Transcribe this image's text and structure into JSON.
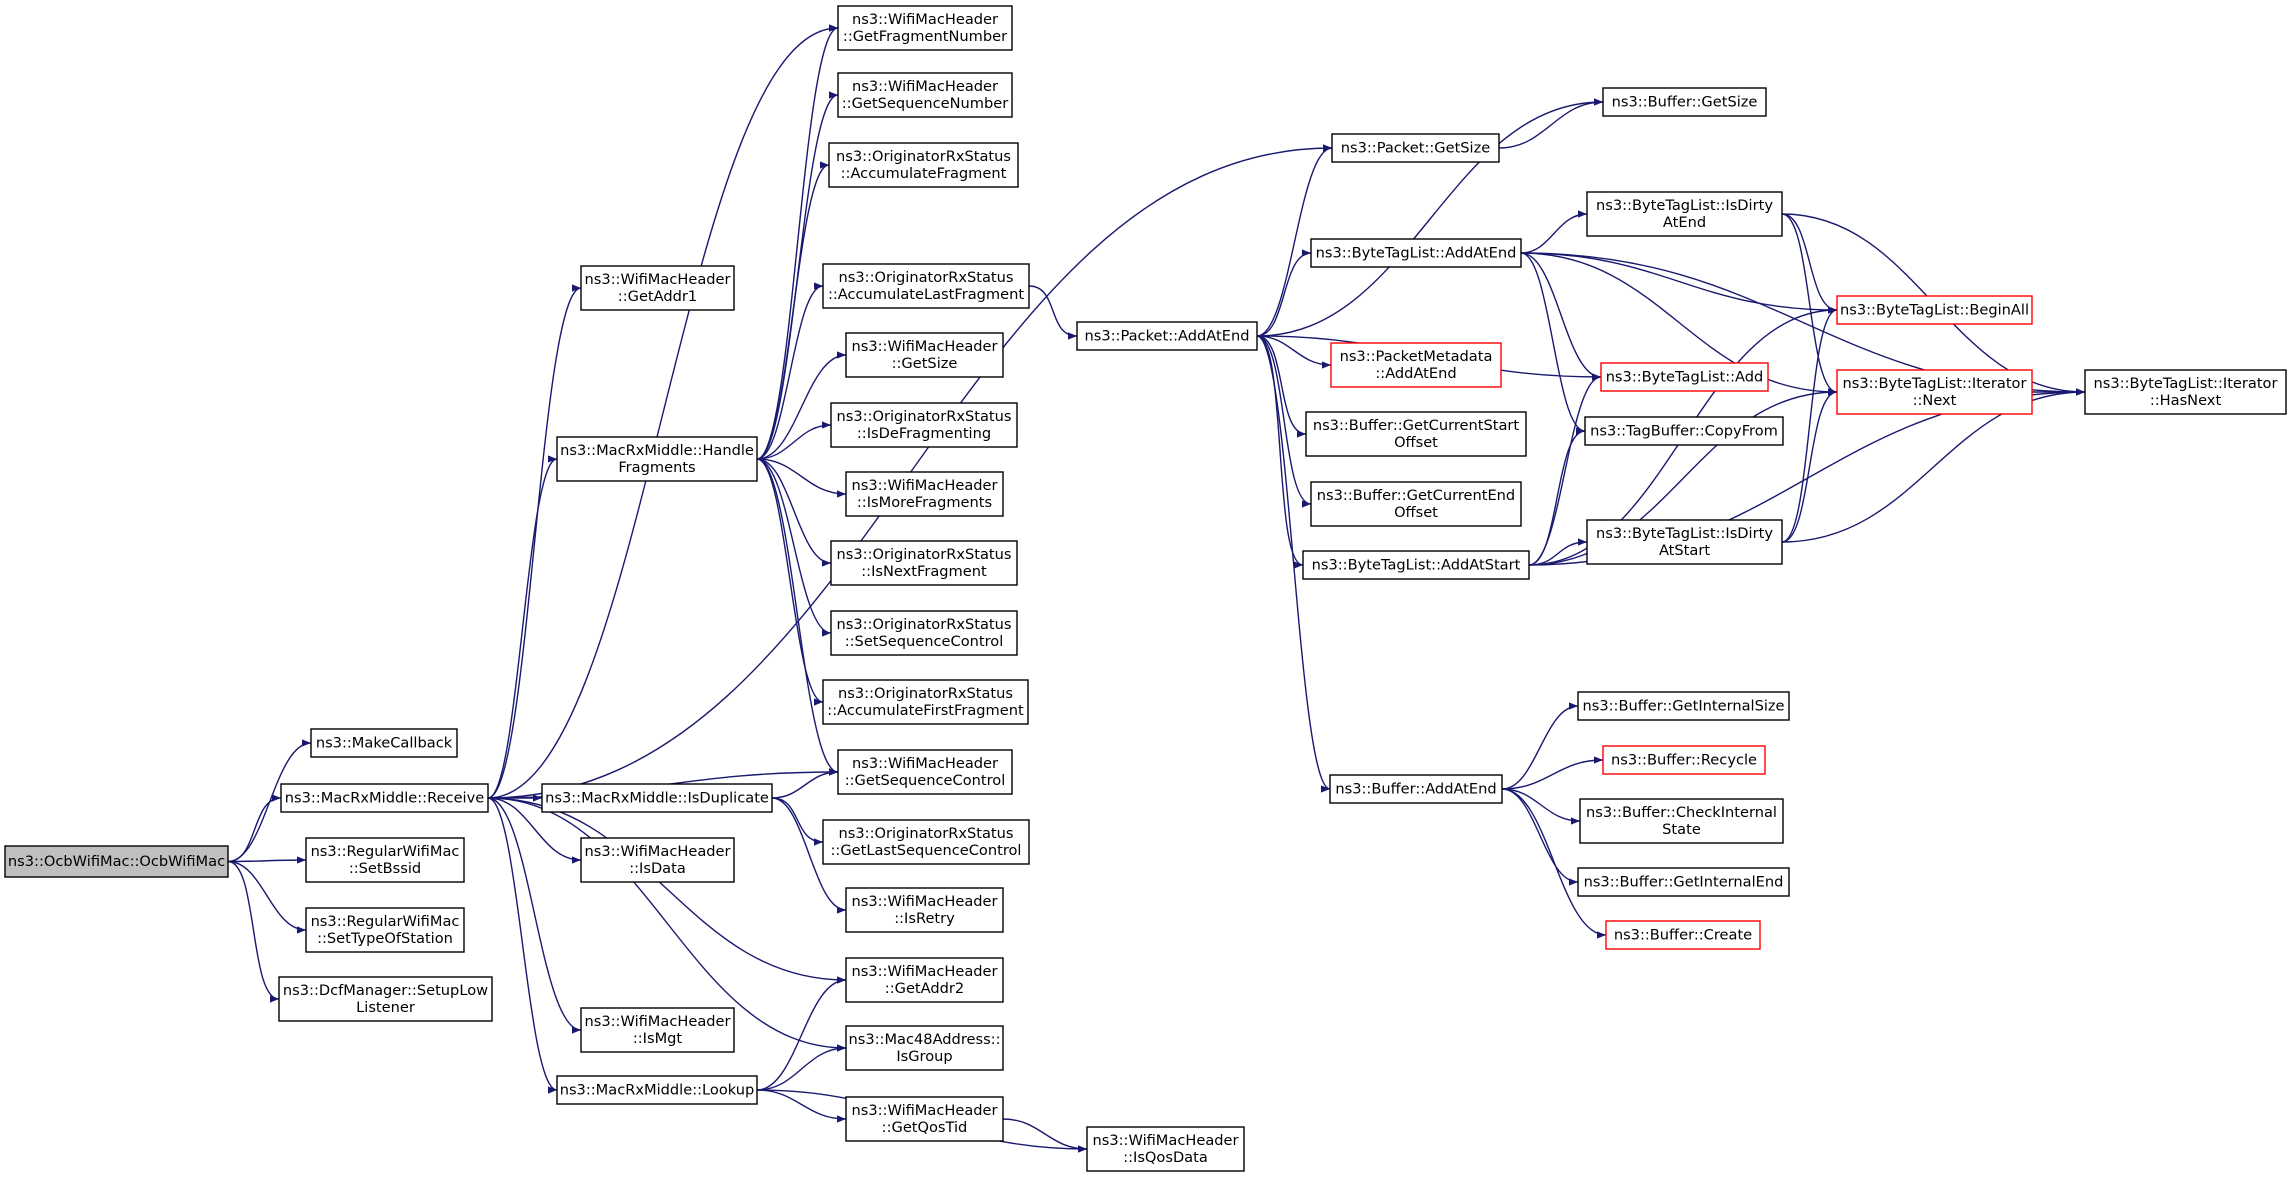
{
  "colors": {
    "edge": "#191970",
    "node_border": "#000000",
    "node_border_incomplete": "#ff0000",
    "root_fill": "#bfbfbf",
    "background": "#ffffff"
  },
  "nodes": [
    {
      "id": "ocb",
      "lines": [
        "ns3::OcbWifiMac::OcbWifiMac"
      ],
      "root": true
    },
    {
      "id": "makecb",
      "lines": [
        "ns3::MakeCallback"
      ]
    },
    {
      "id": "receive",
      "lines": [
        "ns3::MacRxMiddle::Receive"
      ]
    },
    {
      "id": "setbssid",
      "lines": [
        "ns3::RegularWifiMac",
        "::SetBssid"
      ]
    },
    {
      "id": "settype",
      "lines": [
        "ns3::RegularWifiMac",
        "::SetTypeOfStation"
      ]
    },
    {
      "id": "setuplow",
      "lines": [
        "ns3::DcfManager::SetupLow",
        "Listener"
      ]
    },
    {
      "id": "getaddr1",
      "lines": [
        "ns3::WifiMacHeader",
        "::GetAddr1"
      ]
    },
    {
      "id": "handlefrag",
      "lines": [
        "ns3::MacRxMiddle::Handle",
        "Fragments"
      ]
    },
    {
      "id": "isduplicate",
      "lines": [
        "ns3::MacRxMiddle::IsDuplicate"
      ]
    },
    {
      "id": "isdata",
      "lines": [
        "ns3::WifiMacHeader",
        "::IsData"
      ]
    },
    {
      "id": "ismgt",
      "lines": [
        "ns3::WifiMacHeader",
        "::IsMgt"
      ]
    },
    {
      "id": "lookup",
      "lines": [
        "ns3::MacRxMiddle::Lookup"
      ]
    },
    {
      "id": "getfragnum",
      "lines": [
        "ns3::WifiMacHeader",
        "::GetFragmentNumber"
      ]
    },
    {
      "id": "getseqnum",
      "lines": [
        "ns3::WifiMacHeader",
        "::GetSequenceNumber"
      ]
    },
    {
      "id": "accfrag",
      "lines": [
        "ns3::OriginatorRxStatus",
        "::AccumulateFragment"
      ]
    },
    {
      "id": "acclastfrag",
      "lines": [
        "ns3::OriginatorRxStatus",
        "::AccumulateLastFragment"
      ]
    },
    {
      "id": "whgetsize",
      "lines": [
        "ns3::WifiMacHeader",
        "::GetSize"
      ]
    },
    {
      "id": "isdefrag",
      "lines": [
        "ns3::OriginatorRxStatus",
        "::IsDeFragmenting"
      ]
    },
    {
      "id": "ismorefrag",
      "lines": [
        "ns3::WifiMacHeader",
        "::IsMoreFragments"
      ]
    },
    {
      "id": "isnextfrag",
      "lines": [
        "ns3::OriginatorRxStatus",
        "::IsNextFragment"
      ]
    },
    {
      "id": "setseqctrl",
      "lines": [
        "ns3::OriginatorRxStatus",
        "::SetSequenceControl"
      ]
    },
    {
      "id": "accfirstfrag",
      "lines": [
        "ns3::OriginatorRxStatus",
        "::AccumulateFirstFragment"
      ]
    },
    {
      "id": "getseqctrl",
      "lines": [
        "ns3::WifiMacHeader",
        "::GetSequenceControl"
      ]
    },
    {
      "id": "getlastseq",
      "lines": [
        "ns3::OriginatorRxStatus",
        "::GetLastSequenceControl"
      ]
    },
    {
      "id": "isretry",
      "lines": [
        "ns3::WifiMacHeader",
        "::IsRetry"
      ]
    },
    {
      "id": "getaddr2",
      "lines": [
        "ns3::WifiMacHeader",
        "::GetAddr2"
      ]
    },
    {
      "id": "isgroup",
      "lines": [
        "ns3::Mac48Address::",
        "IsGroup"
      ]
    },
    {
      "id": "getqostid",
      "lines": [
        "ns3::WifiMacHeader",
        "::GetQosTid"
      ]
    },
    {
      "id": "isqosdata",
      "lines": [
        "ns3::WifiMacHeader",
        "::IsQosData"
      ]
    },
    {
      "id": "pktaddatend",
      "lines": [
        "ns3::Packet::AddAtEnd"
      ]
    },
    {
      "id": "pktgetsize",
      "lines": [
        "ns3::Packet::GetSize"
      ]
    },
    {
      "id": "btladdatend",
      "lines": [
        "ns3::ByteTagList::AddAtEnd"
      ]
    },
    {
      "id": "pmaddatend",
      "lines": [
        "ns3::PacketMetadata",
        "::AddAtEnd"
      ],
      "incomplete": true
    },
    {
      "id": "bufcurstart",
      "lines": [
        "ns3::Buffer::GetCurrentStart",
        "Offset"
      ]
    },
    {
      "id": "bufcurend",
      "lines": [
        "ns3::Buffer::GetCurrentEnd",
        "Offset"
      ]
    },
    {
      "id": "btladdatstart",
      "lines": [
        "ns3::ByteTagList::AddAtStart"
      ]
    },
    {
      "id": "bufaddatend",
      "lines": [
        "ns3::Buffer::AddAtEnd"
      ]
    },
    {
      "id": "bufgetsize",
      "lines": [
        "ns3::Buffer::GetSize"
      ]
    },
    {
      "id": "isdirtyend",
      "lines": [
        "ns3::ByteTagList::IsDirty",
        "AtEnd"
      ]
    },
    {
      "id": "btladd",
      "lines": [
        "ns3::ByteTagList::Add"
      ],
      "incomplete": true
    },
    {
      "id": "tbcopyfrom",
      "lines": [
        "ns3::TagBuffer::CopyFrom"
      ]
    },
    {
      "id": "isdirtystart",
      "lines": [
        "ns3::ByteTagList::IsDirty",
        "AtStart"
      ]
    },
    {
      "id": "beginall",
      "lines": [
        "ns3::ByteTagList::BeginAll"
      ],
      "incomplete": true
    },
    {
      "id": "itnext",
      "lines": [
        "ns3::ByteTagList::Iterator",
        "::Next"
      ],
      "incomplete": true
    },
    {
      "id": "hasnext",
      "lines": [
        "ns3::ByteTagList::Iterator",
        "::HasNext"
      ]
    },
    {
      "id": "bufintsize",
      "lines": [
        "ns3::Buffer::GetInternalSize"
      ]
    },
    {
      "id": "bufrecycle",
      "lines": [
        "ns3::Buffer::Recycle"
      ],
      "incomplete": true
    },
    {
      "id": "bufcheck",
      "lines": [
        "ns3::Buffer::CheckInternal",
        "State"
      ]
    },
    {
      "id": "bufintend",
      "lines": [
        "ns3::Buffer::GetInternalEnd"
      ]
    },
    {
      "id": "bufcreate",
      "lines": [
        "ns3::Buffer::Create"
      ],
      "incomplete": true
    }
  ],
  "edges": [
    [
      "ocb",
      "makecb"
    ],
    [
      "ocb",
      "receive"
    ],
    [
      "ocb",
      "setbssid"
    ],
    [
      "ocb",
      "settype"
    ],
    [
      "ocb",
      "setuplow"
    ],
    [
      "receive",
      "getaddr1"
    ],
    [
      "receive",
      "handlefrag"
    ],
    [
      "receive",
      "isduplicate"
    ],
    [
      "receive",
      "isdata"
    ],
    [
      "receive",
      "ismgt"
    ],
    [
      "receive",
      "lookup"
    ],
    [
      "receive",
      "getseqctrl"
    ],
    [
      "receive",
      "getaddr2"
    ],
    [
      "receive",
      "isgroup"
    ],
    [
      "receive",
      "getfragnum"
    ],
    [
      "receive",
      "pktgetsize"
    ],
    [
      "handlefrag",
      "getfragnum"
    ],
    [
      "handlefrag",
      "getseqnum"
    ],
    [
      "handlefrag",
      "accfrag"
    ],
    [
      "handlefrag",
      "acclastfrag"
    ],
    [
      "handlefrag",
      "whgetsize"
    ],
    [
      "handlefrag",
      "isdefrag"
    ],
    [
      "handlefrag",
      "ismorefrag"
    ],
    [
      "handlefrag",
      "isnextfrag"
    ],
    [
      "handlefrag",
      "setseqctrl"
    ],
    [
      "handlefrag",
      "accfirstfrag"
    ],
    [
      "handlefrag",
      "getseqctrl"
    ],
    [
      "isduplicate",
      "getseqctrl"
    ],
    [
      "isduplicate",
      "getlastseq"
    ],
    [
      "isduplicate",
      "isretry"
    ],
    [
      "lookup",
      "getaddr2"
    ],
    [
      "lookup",
      "isgroup"
    ],
    [
      "lookup",
      "getqostid"
    ],
    [
      "lookup",
      "isqosdata"
    ],
    [
      "getqostid",
      "isqosdata"
    ],
    [
      "acclastfrag",
      "pktaddatend"
    ],
    [
      "pktaddatend",
      "pktgetsize"
    ],
    [
      "pktaddatend",
      "bufgetsize"
    ],
    [
      "pktaddatend",
      "btladdatend"
    ],
    [
      "pktaddatend",
      "pmaddatend"
    ],
    [
      "pktaddatend",
      "bufcurstart"
    ],
    [
      "pktaddatend",
      "bufcurend"
    ],
    [
      "pktaddatend",
      "btladdatstart"
    ],
    [
      "pktaddatend",
      "bufaddatend"
    ],
    [
      "pktaddatend",
      "btladd"
    ],
    [
      "pktgetsize",
      "bufgetsize"
    ],
    [
      "btladdatend",
      "isdirtyend"
    ],
    [
      "btladdatend",
      "beginall"
    ],
    [
      "btladdatend",
      "itnext"
    ],
    [
      "btladdatend",
      "btladd"
    ],
    [
      "btladdatend",
      "tbcopyfrom"
    ],
    [
      "btladdatend",
      "hasnext"
    ],
    [
      "btladdatstart",
      "isdirtystart"
    ],
    [
      "btladdatstart",
      "beginall"
    ],
    [
      "btladdatstart",
      "itnext"
    ],
    [
      "btladdatstart",
      "btladd"
    ],
    [
      "btladdatstart",
      "tbcopyfrom"
    ],
    [
      "btladdatstart",
      "hasnext"
    ],
    [
      "isdirtyend",
      "beginall"
    ],
    [
      "isdirtyend",
      "itnext"
    ],
    [
      "isdirtyend",
      "hasnext"
    ],
    [
      "isdirtystart",
      "beginall"
    ],
    [
      "isdirtystart",
      "itnext"
    ],
    [
      "isdirtystart",
      "hasnext"
    ],
    [
      "itnext",
      "hasnext"
    ],
    [
      "bufaddatend",
      "bufintsize"
    ],
    [
      "bufaddatend",
      "bufrecycle"
    ],
    [
      "bufaddatend",
      "bufcheck"
    ],
    [
      "bufaddatend",
      "bufintend"
    ],
    [
      "bufaddatend",
      "bufcreate"
    ]
  ]
}
